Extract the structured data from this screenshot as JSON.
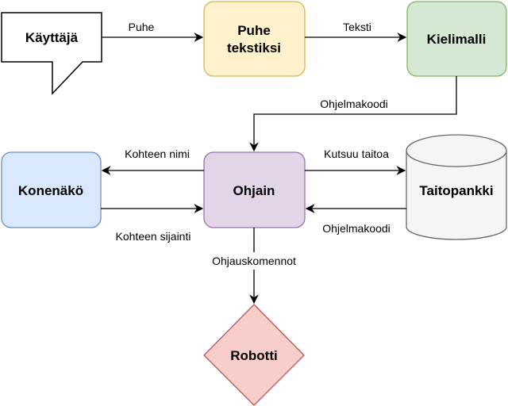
{
  "nodes": {
    "user": {
      "label": "Käyttäjä"
    },
    "speech_to_text": {
      "line1": "Puhe",
      "line2": "tekstiksi",
      "fill": "#fff2cc",
      "stroke": "#d6b656"
    },
    "language_model": {
      "label": "Kielimalli",
      "fill": "#d5e8d4",
      "stroke": "#82b366"
    },
    "controller": {
      "label": "Ohjain",
      "fill": "#e1d5e7",
      "stroke": "#9673a6"
    },
    "computer_vision": {
      "label": "Konenäkö",
      "fill": "#dae8fc",
      "stroke": "#6c8ebf"
    },
    "skill_bank": {
      "label": "Taitopankki",
      "fill": "#f5f5f5",
      "stroke": "#666666",
      "text_color": "#333333"
    },
    "robot": {
      "label": "Robotti",
      "fill": "#f8cecc",
      "stroke": "#b85450"
    }
  },
  "edges": {
    "speech": "Puhe",
    "text": "Teksti",
    "program_code_down": "Ohjelmakoodi",
    "object_name": "Kohteen nimi",
    "object_location": "Kohteen sijainti",
    "calls_skill": "Kutsuu taitoa",
    "program_code_back": "Ohjelmakoodi",
    "control_commands": "Ohjauskomennot"
  }
}
